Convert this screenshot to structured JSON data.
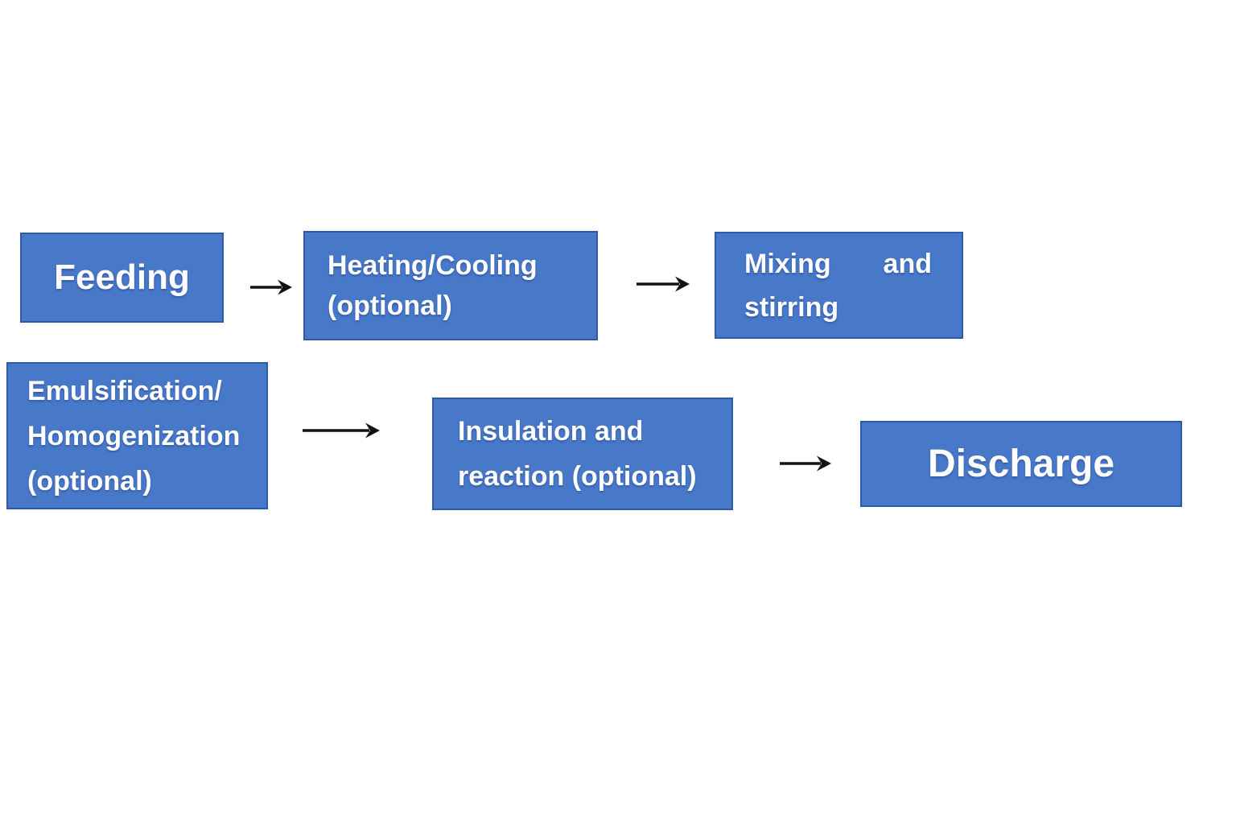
{
  "colors": {
    "box_fill": "#4878c8",
    "box_border": "#2d5aa8",
    "text": "#ffffff",
    "arrow": "#121212",
    "background": "#ffffff"
  },
  "diagram_type": "process-flowchart",
  "nodes": {
    "feeding": {
      "label": "Feeding"
    },
    "heating_cooling": {
      "label": "Heating/Cooling (optional)",
      "lines": [
        "Heating/Cooling",
        "(optional)"
      ]
    },
    "mixing_stirring": {
      "label": "Mixing and stirring",
      "row1": {
        "left": "Mixing",
        "right": "and"
      },
      "row2": "stirring"
    },
    "emulsification": {
      "label": "Emulsification/Homogenization (optional)",
      "lines": [
        "Emulsification/",
        "Homogenization",
        "(optional)"
      ]
    },
    "insulation_reaction": {
      "label": "Insulation and reaction (optional)",
      "lines": [
        "Insulation and",
        "reaction (optional)"
      ]
    },
    "discharge": {
      "label": "Discharge"
    }
  },
  "connectors": [
    {
      "from": "feeding",
      "to": "heating_cooling"
    },
    {
      "from": "heating_cooling",
      "to": "mixing_stirring"
    },
    {
      "from": "emulsification",
      "to": "insulation_reaction"
    },
    {
      "from": "insulation_reaction",
      "to": "discharge"
    }
  ]
}
